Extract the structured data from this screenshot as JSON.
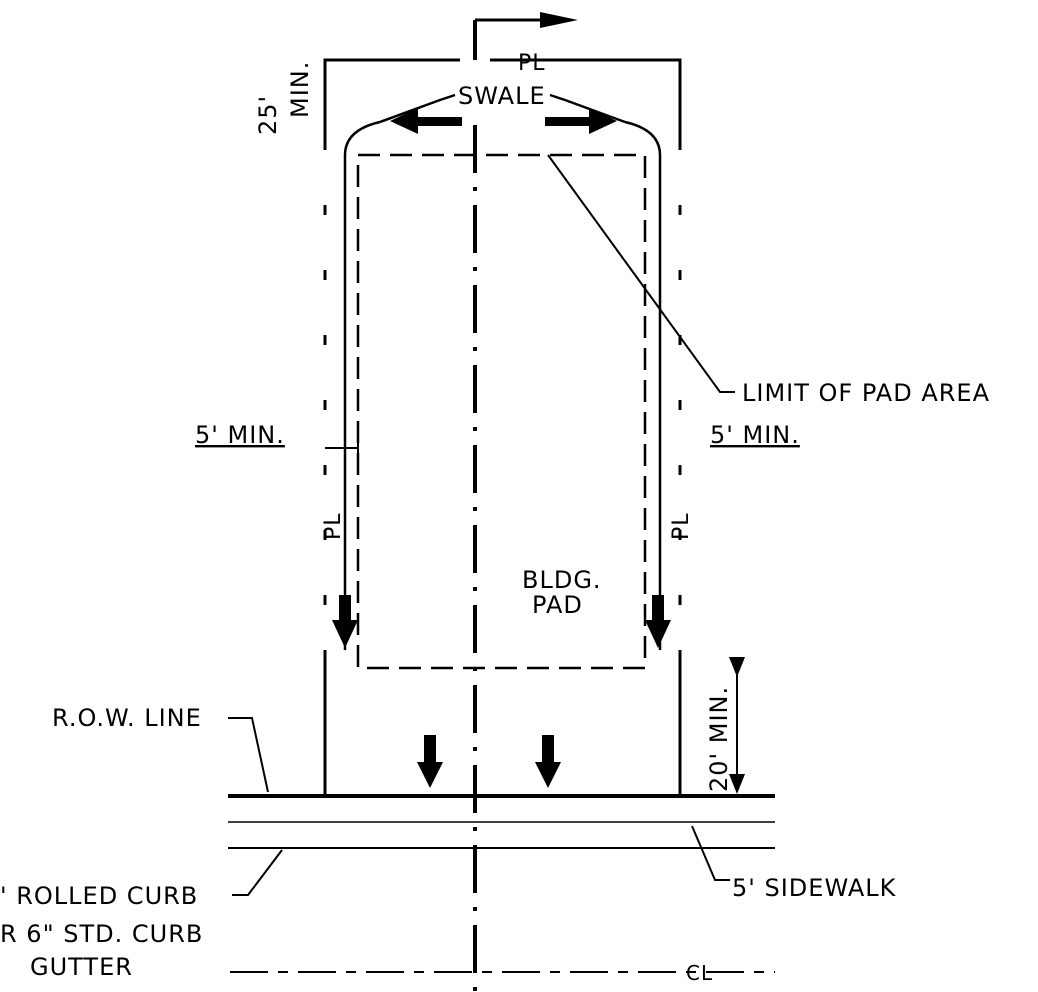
{
  "labels": {
    "swale": "SWALE",
    "pl_top": "PL",
    "pl_left": "PL",
    "pl_right": "PL",
    "min_25": "25'",
    "min_25_unit": "MIN.",
    "min_5_left": "5' MIN.",
    "min_5_right": "5' MIN.",
    "limit_pad_area": "LIMIT OF PAD AREA",
    "bldg": "BLDG.",
    "pad": "PAD",
    "row_line": "R.O.W. LINE",
    "min_20": "20' MIN.",
    "sidewalk": "5' SIDEWALK",
    "curb_line1": "' ROLLED CURB",
    "curb_line2": "R 6\" STD. CURB",
    "curb_line3": "GUTTER",
    "centerline": "CL"
  },
  "colors": {
    "ink": "#000000",
    "paper": "#ffffff"
  }
}
